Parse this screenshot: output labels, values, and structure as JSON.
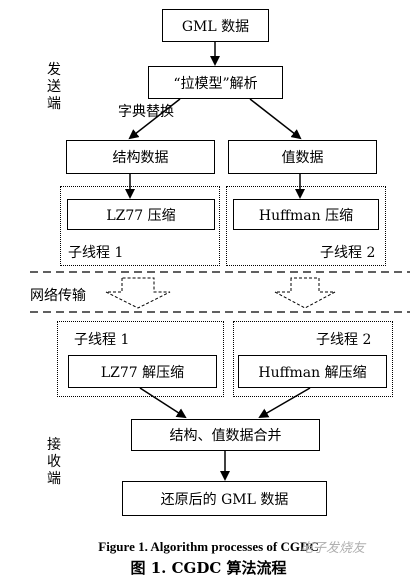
{
  "nodes": {
    "gml_data": "GML 数据",
    "parse": "“拉模型”解析",
    "struct_data": "结构数据",
    "value_data": "值数据",
    "lz77_compress": "LZ77 压缩",
    "huffman_compress": "Huffman 压缩",
    "lz77_decompress": "LZ77 解压缩",
    "huffman_decompress": "Huffman 解压缩",
    "merge": "结构、值数据合并",
    "restored": "还原后的 GML 数据"
  },
  "labels": {
    "sender": "发送端",
    "receiver": "接收端",
    "dict_replace": "字典替换",
    "network": "网络传输",
    "thread1_top": "子线程 1",
    "thread2_top": "子线程 2",
    "thread1_bottom": "子线程 1",
    "thread2_bottom": "子线程 2"
  },
  "caption": {
    "en": "Figure 1. Algorithm processes of CGDC",
    "zh": "图 1. CGDC 算法流程"
  },
  "watermark": "电子发烧友"
}
